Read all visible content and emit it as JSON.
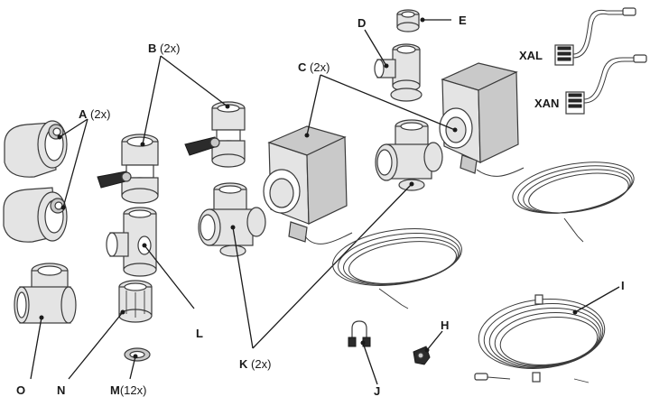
{
  "labels": {
    "A": "A",
    "A_qty": "(2x)",
    "B": "B",
    "B_qty": "(2x)",
    "C": "C",
    "C_qty": "(2x)",
    "D": "D",
    "E": "E",
    "XAL": "XAL",
    "XAN": "XAN",
    "I": "I",
    "H": "H",
    "J": "J",
    "K": "K",
    "K_qty": "(2x)",
    "L": "L",
    "M": "M",
    "M_qty": "(12x)",
    "N": "N",
    "O": "O"
  }
}
